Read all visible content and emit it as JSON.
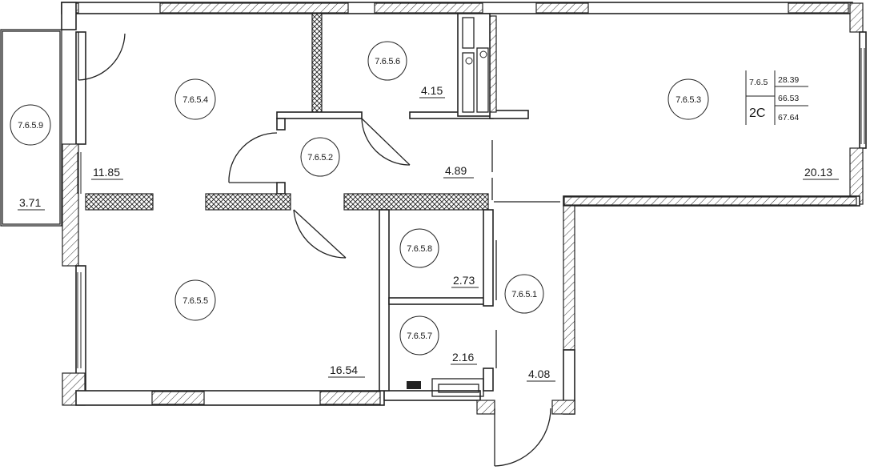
{
  "apartment": {
    "number": "7.6.5",
    "type": "2C",
    "living_area": "28.39",
    "total_area": "66.53",
    "total_area_balcony": "67.64"
  },
  "rooms": [
    {
      "id": "7.6.5.1",
      "area": "4.08"
    },
    {
      "id": "7.6.5.2",
      "area": "4.89"
    },
    {
      "id": "7.6.5.3",
      "area": "20.13"
    },
    {
      "id": "7.6.5.4",
      "area": "11.85"
    },
    {
      "id": "7.6.5.5",
      "area": "16.54"
    },
    {
      "id": "7.6.5.6",
      "area": "4.15"
    },
    {
      "id": "7.6.5.7",
      "area": "2.16"
    },
    {
      "id": "7.6.5.8",
      "area": "2.73"
    },
    {
      "id": "7.6.5.9",
      "area": "3.71"
    }
  ],
  "colors": {
    "lines": "#222222",
    "background": "#ffffff"
  }
}
